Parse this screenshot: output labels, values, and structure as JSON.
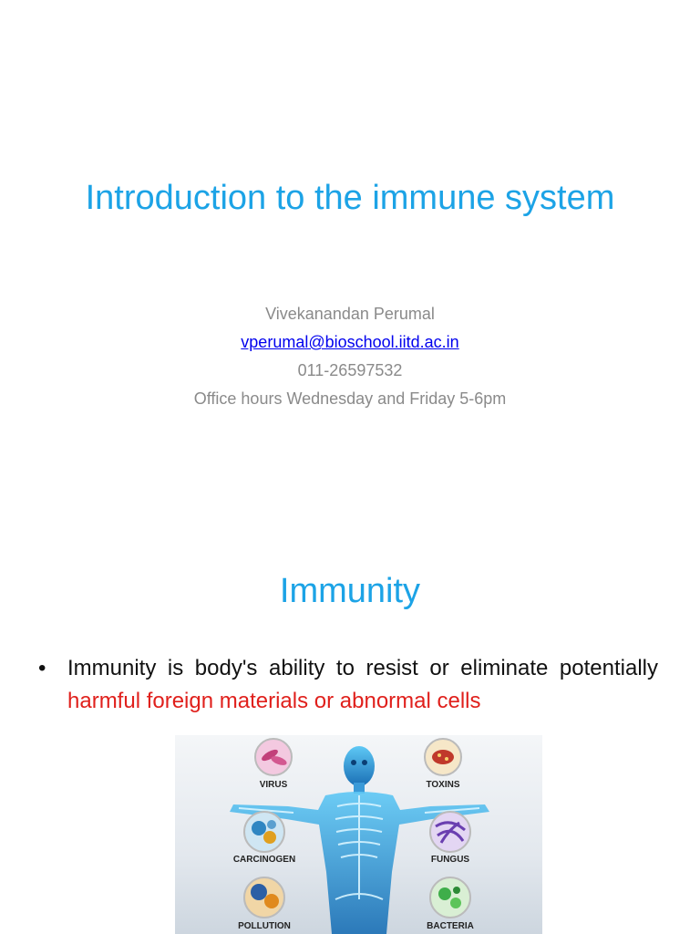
{
  "slide1": {
    "title": "Introduction to the immune system",
    "author": "Vivekanandan Perumal",
    "email": "vperumal@bioschool.iitd.ac.in",
    "phone": "011-26597532",
    "office_hours": "Office hours Wednesday and Friday 5-6pm"
  },
  "slide2": {
    "heading": "Immunity",
    "bullet": {
      "marker": "•",
      "text_plain": "Immunity is body's ability to resist or eliminate potentially",
      "text_highlight": "harmful foreign materials or abnormal cells"
    },
    "figure": {
      "labels": {
        "virus": "VIRUS",
        "toxins": "TOXINS",
        "carcinogen": "CARCINOGEN",
        "fungus": "FUNGUS",
        "pollution": "POLLUTION",
        "bacteria": "BACTERIA"
      }
    }
  },
  "colors": {
    "title": "#1ca3e6",
    "subtitle": "#8a8a8a",
    "highlight": "#e0201c",
    "link": "#0000ee"
  }
}
